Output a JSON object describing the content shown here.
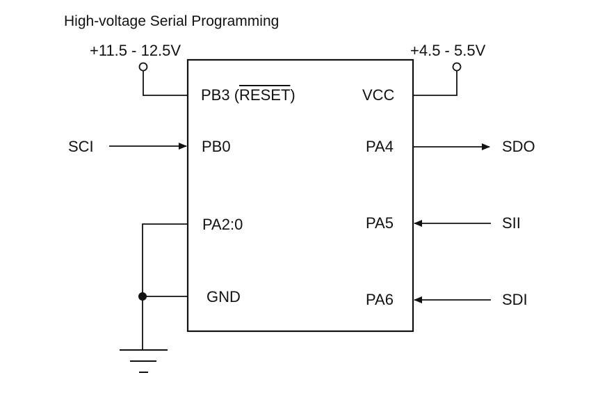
{
  "title": "High-voltage Serial Programming",
  "supplies": {
    "high_voltage": "+11.5 - 12.5V",
    "vcc_supply": "+4.5 - 5.5V"
  },
  "chip": {
    "left_pins": {
      "pb3_prefix": "PB3 (",
      "pb3_reset": "RESET",
      "pb3_suffix": ")",
      "pb0": "PB0",
      "pa2_0": "PA2:0",
      "gnd": "GND"
    },
    "right_pins": {
      "vcc": "VCC",
      "pa4": "PA4",
      "pa5": "PA5",
      "pa6": "PA6"
    }
  },
  "signals": {
    "sci": "SCI",
    "sdo": "SDO",
    "sii": "SII",
    "sdi": "SDI"
  },
  "colors": {
    "line": "#111111",
    "background": "#ffffff"
  }
}
